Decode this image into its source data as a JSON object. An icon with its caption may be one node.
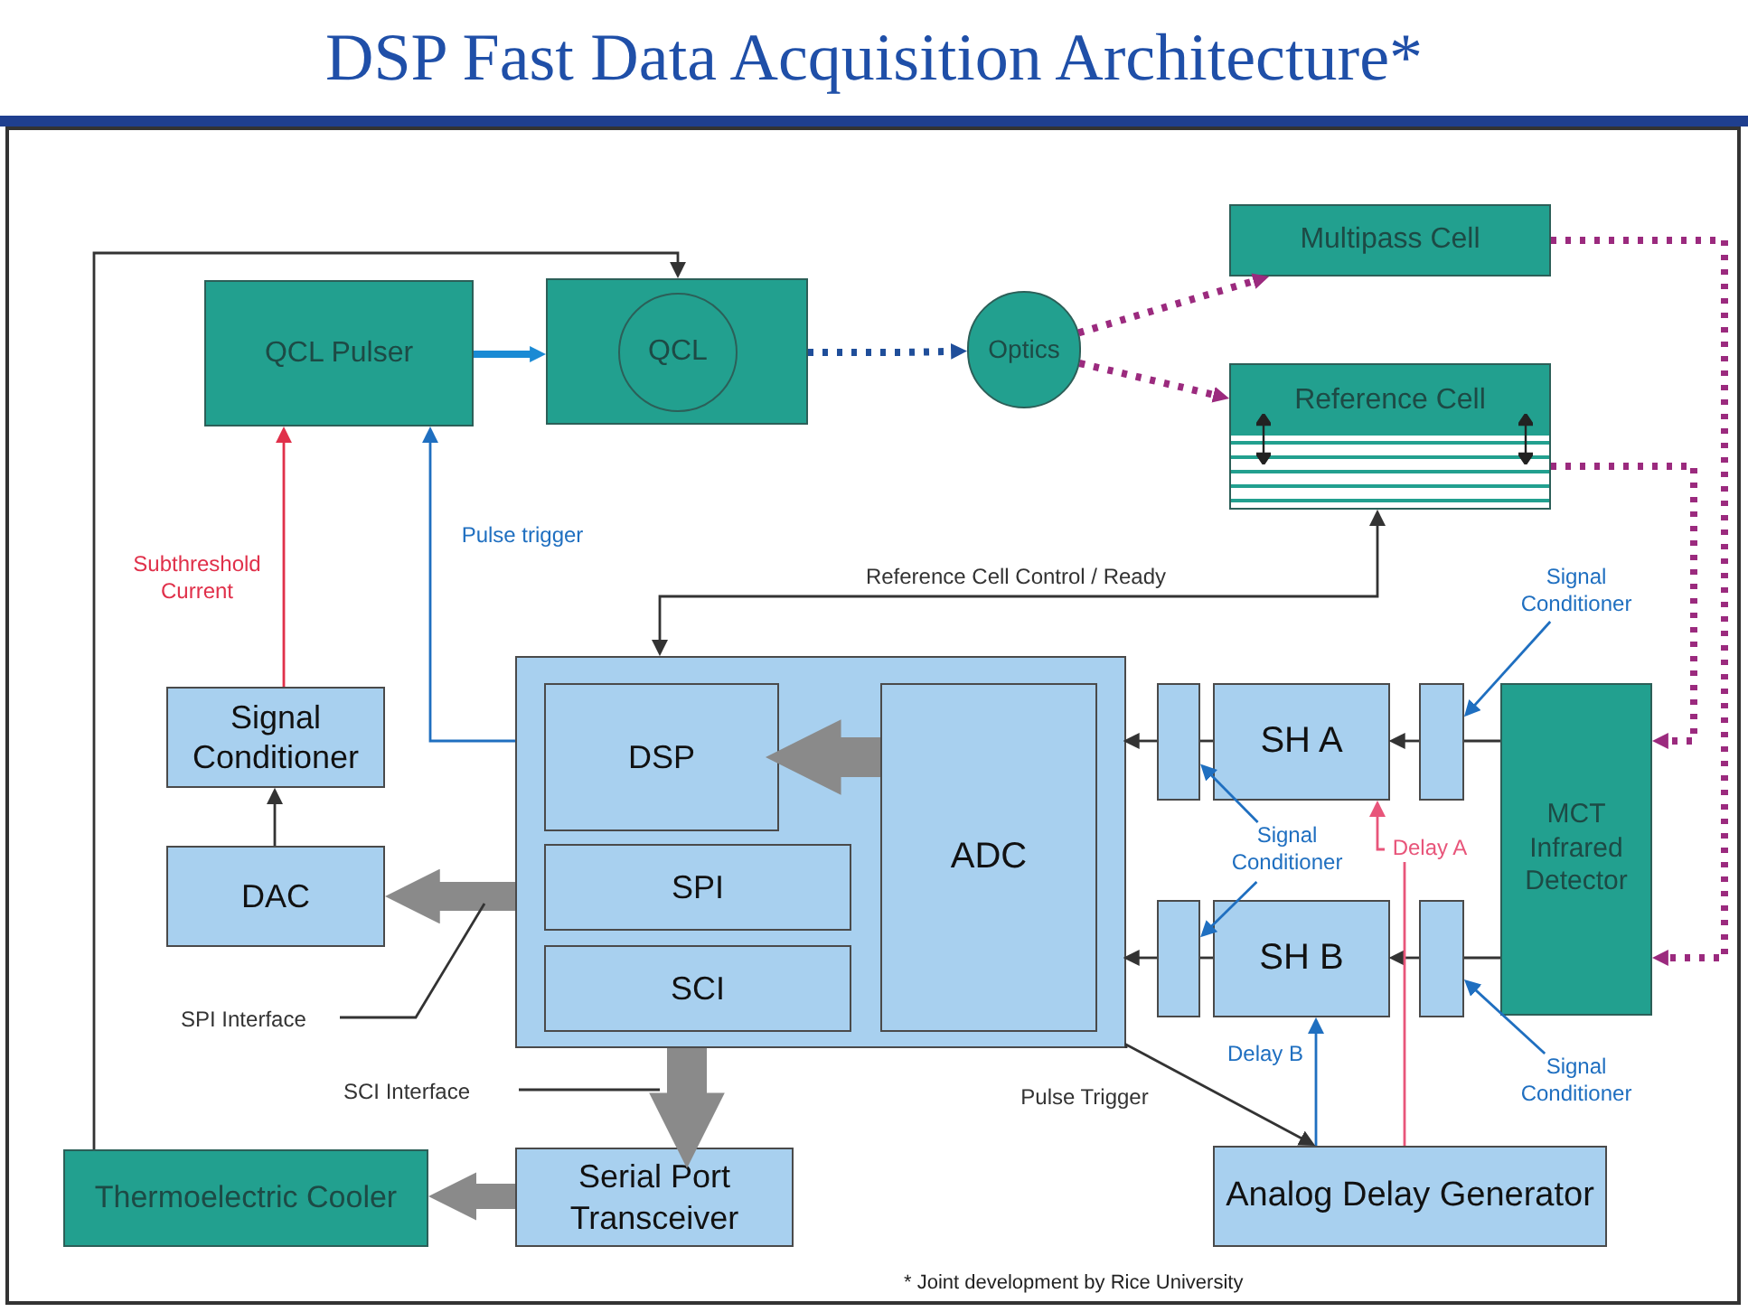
{
  "diagram": {
    "title": "DSP Fast Data Acquisition Architecture*",
    "nodes": [
      {
        "text": [
          "QCL Pulser"
        ]
      },
      {
        "text": [],
        "shape": "box"
      },
      {
        "text": [
          "QCL"
        ],
        "in": 1
      },
      {
        "text": [
          "Optics"
        ]
      },
      {
        "text": [
          "Multipass Cell"
        ]
      },
      {
        "text": [
          "Reference Cell"
        ]
      },
      {
        "text": [
          "Signal Conditioner"
        ]
      },
      {
        "text": [
          "DAC"
        ]
      },
      {
        "text": [],
        "shape": "box"
      },
      {
        "text": [
          "DSP"
        ],
        "in": 8
      },
      {
        "text": [
          "SPI"
        ],
        "in": 8
      },
      {
        "text": [
          "SCI"
        ],
        "in": 8
      },
      {
        "text": [
          "ADC"
        ],
        "in": 8
      },
      {
        "text": [],
        "shape": "box"
      },
      {
        "text": [
          "SH A"
        ]
      },
      {
        "text": [],
        "shape": "box"
      },
      {
        "text": [
          "MCT Infrared Detector"
        ]
      },
      {
        "text": [],
        "shape": "box"
      },
      {
        "text": [
          "SH B"
        ]
      },
      {
        "text": [],
        "shape": "box"
      },
      {
        "text": [
          "Thermoelectric Cooler"
        ]
      },
      {
        "text": [
          "Serial Port Transceiver"
        ]
      },
      {
        "text": [
          "Analog Delay Generator"
        ]
      },
      {
        "text": [
          "Signal Conditioner"
        ]
      },
      {
        "text": [
          "Signal Conditioner"
        ]
      },
      {
        "text": [
          "Signal Conditioner"
        ]
      },
      {
        "text": [
          "SPI Interface"
        ]
      },
      {
        "text": [
          "SCI Interface"
        ]
      }
    ],
    "edges": [
      {
        "from": 0,
        "to": 1,
        "arrow": "to",
        "style": "thick",
        "color": "#1a8ad4"
      },
      {
        "from": 1,
        "to": 3,
        "arrow": "to",
        "style": "dashed",
        "color": "#1f4e9a"
      },
      {
        "from": 3,
        "to": 4,
        "arrow": "to",
        "style": "dashed",
        "color": "#9b2a7e"
      },
      {
        "from": 3,
        "to": 5,
        "arrow": "to",
        "style": "dashed",
        "color": "#9b2a7e"
      },
      {
        "from": 4,
        "to": 16,
        "arrow": "to",
        "style": "dashed",
        "color": "#9b2a7e"
      },
      {
        "from": 5,
        "to": 16,
        "arrow": "to",
        "style": "dashed",
        "color": "#9b2a7e"
      },
      {
        "from": 6,
        "to": 0,
        "arrow": "to",
        "label": "Subthreshold Current",
        "color": "#e0304a"
      },
      {
        "from": 7,
        "to": 6,
        "arrow": "to"
      },
      {
        "from": 8,
        "to": 0,
        "arrow": "to",
        "label": "Pulse trigger",
        "color": "#1f6fc0"
      },
      {
        "from": 8,
        "to": 5,
        "arrow": "both",
        "label": "Reference Cell Control / Ready"
      },
      {
        "from": 8,
        "to": 7,
        "arrow": "to",
        "style": "thick",
        "color": "#8a8a8a"
      },
      {
        "from": 8,
        "to": 21,
        "arrow": "to",
        "style": "thick",
        "color": "#8a8a8a"
      },
      {
        "from": 21,
        "to": 20,
        "arrow": "to",
        "style": "thick",
        "color": "#8a8a8a"
      },
      {
        "from": 20,
        "to": 1,
        "arrow": "to"
      },
      {
        "from": 12,
        "to": 9,
        "arrow": "to",
        "style": "thick",
        "color": "#8a8a8a"
      },
      {
        "from": 16,
        "to": 15,
        "arrow": "none"
      },
      {
        "from": 15,
        "to": 14,
        "arrow": "to"
      },
      {
        "from": 14,
        "to": 13,
        "arrow": "none"
      },
      {
        "from": 13,
        "to": 8,
        "arrow": "to"
      },
      {
        "from": 16,
        "to": 19,
        "arrow": "none"
      },
      {
        "from": 19,
        "to": 18,
        "arrow": "to"
      },
      {
        "from": 18,
        "to": 17,
        "arrow": "none"
      },
      {
        "from": 17,
        "to": 8,
        "arrow": "to"
      },
      {
        "from": 22,
        "to": 14,
        "arrow": "to",
        "label": "Delay A",
        "color": "#e8557a"
      },
      {
        "from": 22,
        "to": 18,
        "arrow": "to",
        "label": "Delay B",
        "color": "#1f6fc0"
      },
      {
        "from": 8,
        "to": 22,
        "arrow": "to",
        "label": "Pulse Trigger"
      },
      {
        "from": 23,
        "to": 15,
        "arrow": "to",
        "color": "#1f6fc0"
      },
      {
        "from": 24,
        "to": 13,
        "arrow": "to",
        "color": "#1f6fc0"
      },
      {
        "from": 24,
        "to": 17,
        "arrow": "to",
        "color": "#1f6fc0"
      },
      {
        "from": 25,
        "to": 19,
        "arrow": "to",
        "color": "#1f6fc0"
      },
      {
        "from": 26,
        "to": null,
        "arrow": "none"
      },
      {
        "from": 27,
        "to": null,
        "arrow": "none"
      }
    ],
    "labels": [
      "* Joint development by Rice University"
    ]
  }
}
